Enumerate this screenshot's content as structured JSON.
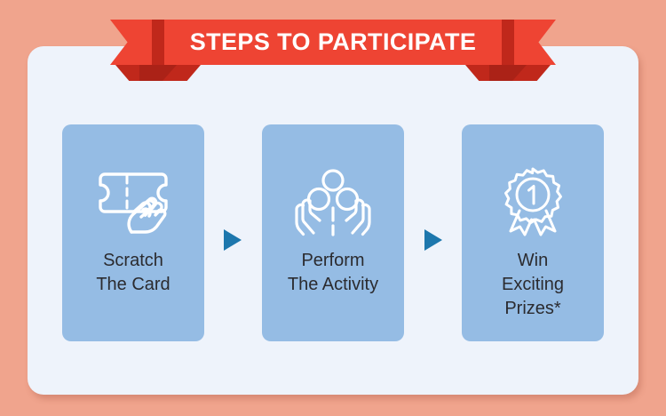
{
  "theme": {
    "outer_background": "#f0a48d",
    "panel_background": "#eef3fb",
    "ribbon_red": "#ee4433",
    "ribbon_fold_red": "#c0281b",
    "ribbon_tail_dark": "#ab2217",
    "card_background": "#95bce4",
    "card_text": "#2b2b2f",
    "arrow_blue": "#1d77ad",
    "icon_stroke": "#ffffff"
  },
  "banner": {
    "title": "STEPS TO PARTICIPATE"
  },
  "steps": [
    {
      "icon": "scratch-card-hand-icon",
      "label": "Scratch\nThe Card",
      "lines": [
        "Scratch",
        "The Card"
      ]
    },
    {
      "icon": "hands-holding-people-icon",
      "label": "Perform\nThe Activity",
      "lines": [
        "Perform",
        "The Activity"
      ]
    },
    {
      "icon": "award-rosette-number-one-icon",
      "label": "Win\nExciting\nPrizes*",
      "lines": [
        "Win",
        "Exciting",
        "Prizes*"
      ]
    }
  ],
  "arrows": [
    {
      "icon": "arrow-right-icon"
    },
    {
      "icon": "arrow-right-icon"
    }
  ]
}
